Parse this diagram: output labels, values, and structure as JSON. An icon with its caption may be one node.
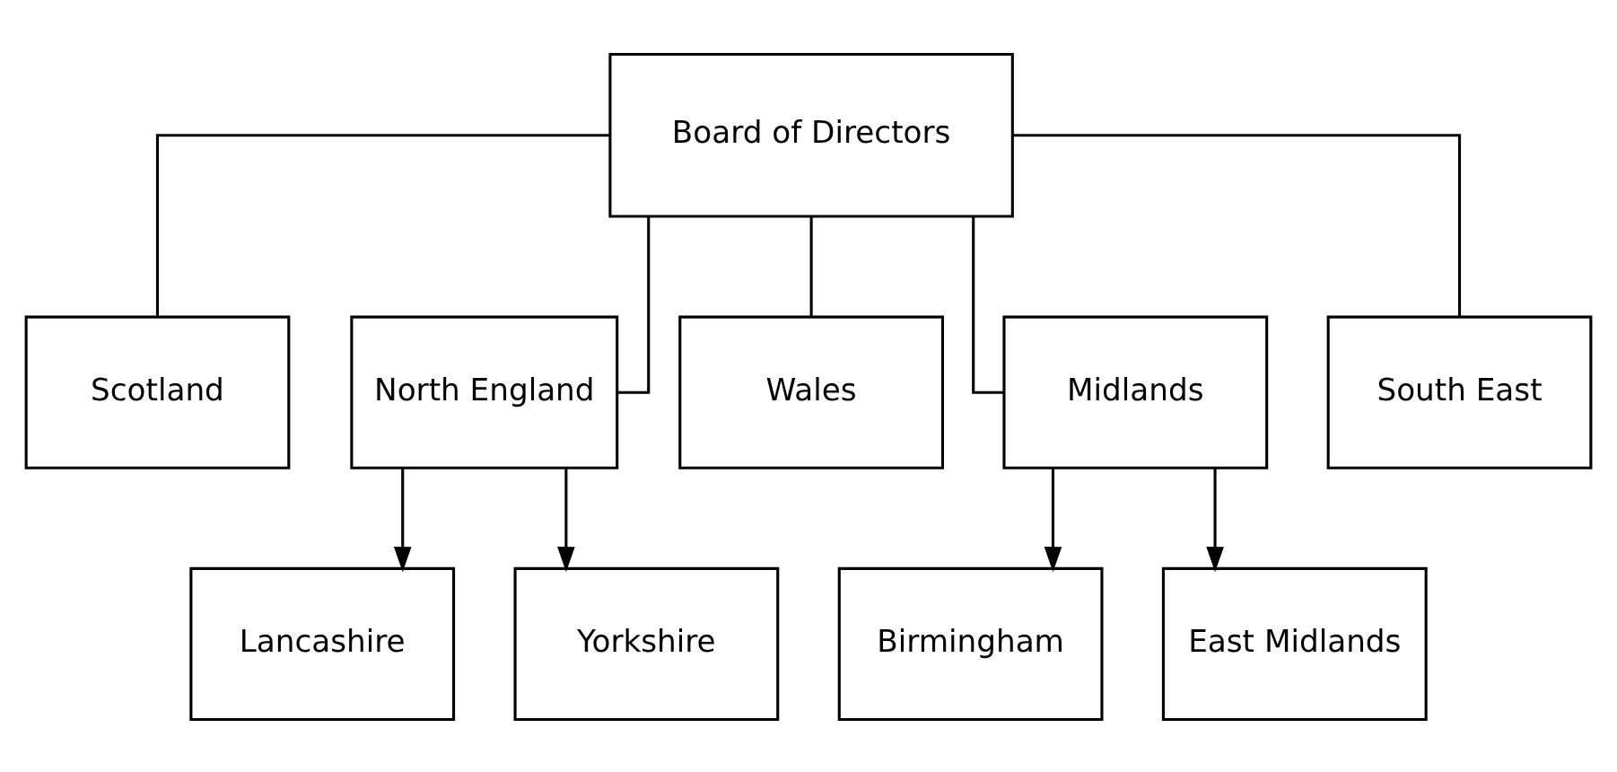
{
  "diagram": {
    "nodes": [
      {
        "text": [
          "Board of Directors"
        ]
      },
      {
        "text": [
          "Scotland"
        ]
      },
      {
        "text": [
          "North England"
        ]
      },
      {
        "text": [
          "Wales"
        ]
      },
      {
        "text": [
          "Midlands"
        ]
      },
      {
        "text": [
          "South East"
        ]
      },
      {
        "text": [
          "Lancashire"
        ]
      },
      {
        "text": [
          "Yorkshire"
        ]
      },
      {
        "text": [
          "Birmingham"
        ]
      },
      {
        "text": [
          "East Midlands"
        ]
      }
    ],
    "edges": [
      {
        "from": 0,
        "to": 1,
        "arrow": "none"
      },
      {
        "from": 0,
        "to": 2,
        "arrow": "none"
      },
      {
        "from": 0,
        "to": 3,
        "arrow": "none"
      },
      {
        "from": 0,
        "to": 4,
        "arrow": "none"
      },
      {
        "from": 0,
        "to": 5,
        "arrow": "none"
      },
      {
        "from": 2,
        "to": 6,
        "arrow": "to"
      },
      {
        "from": 2,
        "to": 7,
        "arrow": "to"
      },
      {
        "from": 4,
        "to": 8,
        "arrow": "to"
      },
      {
        "from": 4,
        "to": 9,
        "arrow": "to"
      }
    ]
  }
}
